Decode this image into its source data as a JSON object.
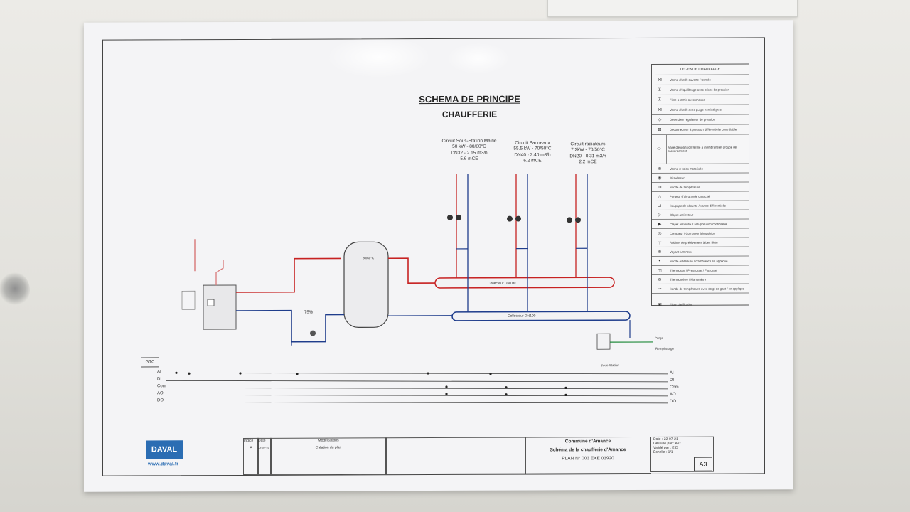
{
  "header": {
    "title_line1": "SCHEMA DE PRINCIPE",
    "title_line2": "CHAUFFERIE"
  },
  "circuits": [
    {
      "name": "Circuit Sous-Station Mairie",
      "power": "50 kW - 80/60°C",
      "flow": "DN32 - 2.15 m3/h",
      "pressure": "5.6 mCE"
    },
    {
      "name": "Circuit Panneaux",
      "power": "55.5 kW - 70/50°C",
      "flow": "DN40 - 2.40 m3/h",
      "pressure": "6.2 mCE"
    },
    {
      "name": "Circuit radiateurs",
      "power": "7.2kW - 70/50°C",
      "flow": "DN20 - 0.31 m3/h",
      "pressure": "2.2 mCE"
    }
  ],
  "collectors": {
    "hot": "Collecteur DN100",
    "cold": "Collecteur DN100"
  },
  "labels": {
    "buffer_percent": "75%",
    "gtc": "GTC",
    "sous_station": "Sous-Station",
    "remplissage": "Remplissage",
    "purge": "Purge",
    "buffer_temp": "80/60°C"
  },
  "gtc_signals": [
    "AI",
    "DI",
    "Com",
    "AO",
    "DO"
  ],
  "legend": {
    "title": "LEGENDE CHAUFFAGE",
    "items": [
      "Vanne d'arrêt ouverte / fermée",
      "Vanne d'équilibrage avec prises de pression",
      "Filtre à tamis avec chasse",
      "Vanne d'arrêt avec purge non intégrée",
      "Détendeur régulateur de pression",
      "Déconnecteur à pression différentielle contrôlable",
      "Vase d'expansion fermé à membrane et groupe de raccordement",
      "Vanne 3 voies motorisée",
      "Circulateur",
      "Sonde de température",
      "Purgeur d'air grande capacité",
      "Soupape de sécurité / vanne différentielle",
      "Clapet anti-retour",
      "Clapet anti-retour anti-pollution contrôlable",
      "Compteur / Compteur à impulsion",
      "Robinet de prélèvement à bec fileté",
      "Voyant lumineux",
      "Sonde extérieure / d'ambiance en applique",
      "Thermostat / Pressostat / Fluxostat",
      "Thermomètre / Manomètre",
      "Sonde de température avec doigt de gant / en applique",
      "Filtre clarification"
    ]
  },
  "title_block": {
    "company": "DAVAL",
    "website": "www.daval.fr",
    "indice_label": "Indice",
    "date_label": "Date",
    "modifications_label": "Modifications",
    "revision_index": "A",
    "revision_date": "22-07-21",
    "revision_text": "Création du plan",
    "client": "Commune d'Amance",
    "drawing_title": "Schéma de la chaufferie d'Amance",
    "plan_number": "PLAN N° 003 EXE 03920",
    "date_field": "Date : 22-07-21",
    "drawn_by": "Dessiné par : A.C",
    "checked_by": "Validé par : E.D",
    "scale": "Echelle : 1/1",
    "format": "A3"
  }
}
